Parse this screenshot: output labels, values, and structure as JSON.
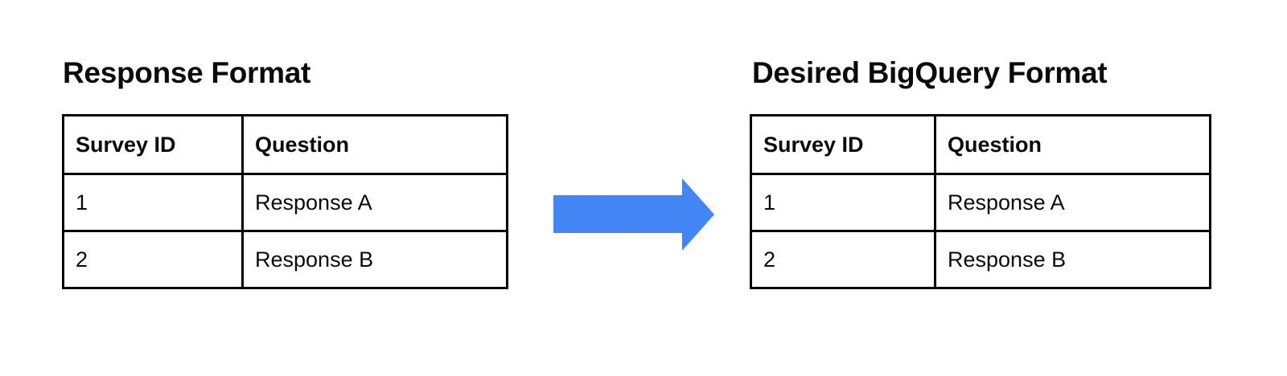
{
  "page": {
    "background_color": "#ffffff",
    "text_color": "#0b0b0b"
  },
  "panels": [
    {
      "id": "response-format",
      "title": "Response Format",
      "table": {
        "headers": [
          "Survey ID",
          "Question"
        ],
        "rows": [
          [
            "1",
            "Response A"
          ],
          [
            "2",
            "Response B"
          ]
        ]
      }
    },
    {
      "id": "desired-bigquery-format",
      "title": "Desired BigQuery Format",
      "table": {
        "headers": [
          "Survey ID",
          "Question"
        ],
        "rows": [
          [
            "1",
            "Response A"
          ],
          [
            "2",
            "Response B"
          ]
        ]
      }
    }
  ],
  "arrow": {
    "icon": "right-arrow-icon",
    "direction": "right",
    "color": "#4285f4"
  }
}
